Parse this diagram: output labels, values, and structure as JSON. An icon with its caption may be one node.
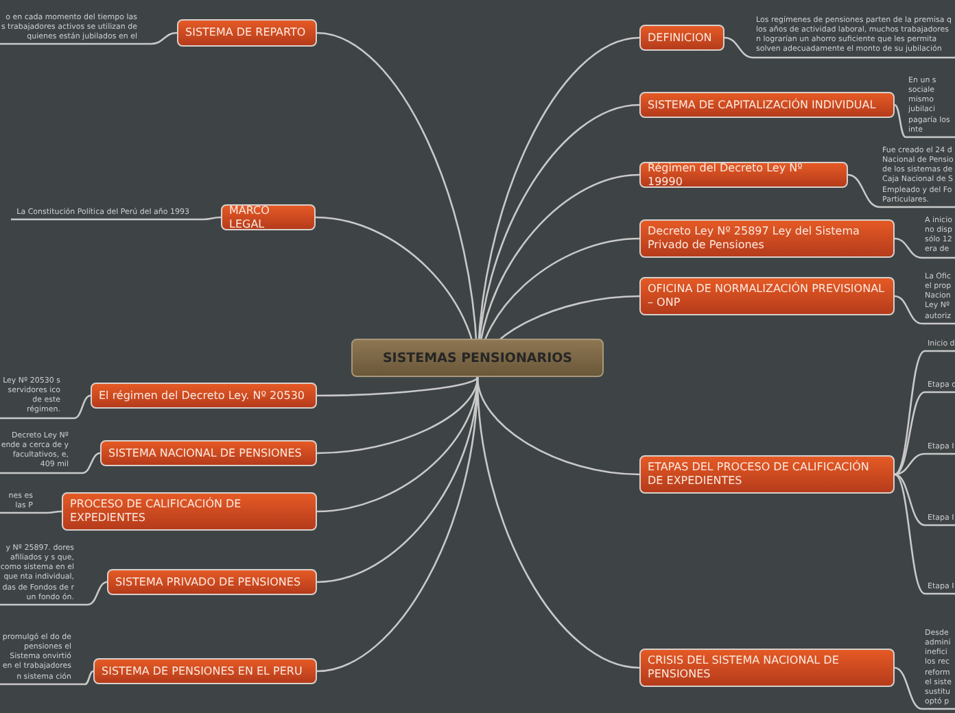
{
  "diagram": {
    "nodes": [
      {
        "text": [
          "SISTEMAS PENSIONARIOS"
        ]
      },
      {
        "text": [
          "SISTEMA DE REPARTO"
        ]
      },
      {
        "text": [
          "MARCO LEGAL"
        ]
      },
      {
        "text": [
          "El régimen del Decreto Ley. Nº 20530"
        ]
      },
      {
        "text": [
          "SISTEMA NACIONAL DE PENSIONES"
        ]
      },
      {
        "text": [
          "PROCESO DE CALIFICACIÓN DE EXPEDIENTES"
        ]
      },
      {
        "text": [
          "SISTEMA PRIVADO DE PENSIONES"
        ]
      },
      {
        "text": [
          "SISTEMA DE PENSIONES EN EL PERU"
        ]
      },
      {
        "text": [
          "DEFINICION"
        ]
      },
      {
        "text": [
          "SISTEMA DE CAPITALIZACIÓN INDIVIDUAL"
        ]
      },
      {
        "text": [
          "Régimen del Decreto Ley Nº 19990"
        ]
      },
      {
        "text": [
          "Decreto Ley Nº 25897 Ley del Sistema Privado de Pensiones"
        ]
      },
      {
        "text": [
          "OFICINA DE NORMALIZACIÓN PREVISIONAL – ONP"
        ]
      },
      {
        "text": [
          "ETAPAS DEL PROCESO DE CALIFICACIÓN DE EXPEDIENTES"
        ]
      },
      {
        "text": [
          "CRISIS DEL SISTEMA NACIONAL DE PENSIONES"
        ]
      },
      {
        "text": [
          "o en cada momento del tiempo las s trabajadores activos se utilizan de quienes están jubilados en el"
        ]
      },
      {
        "text": [
          "La Constitución Política del Perú del año 1993"
        ]
      },
      {
        "text": [
          "Ley Nº 20530 s servidores ico de este régimen."
        ]
      },
      {
        "text": [
          "Decreto Ley Nº ende a cerca de y facultativos, e, 409 mil"
        ]
      },
      {
        "text": [
          "nes es las P"
        ]
      },
      {
        "text": [
          "y Nº 25897. dores afiliados y s que, como sistema en el que nta individual, das de Fondos de r un fondo ón."
        ]
      },
      {
        "text": [
          "promulgó el do de pensiones el Sistema onvirtió en el trabajadores n sistema ción"
        ]
      },
      {
        "text": [
          "Los regímenes de pensiones parten de la premisa q los años de actividad laboral, muchos trabajadores n lograrían un ahorro suficiente que les permita solven adecuadamente el monto de su jubilación"
        ]
      },
      {
        "text": [
          "En un s sociale mismo jubilaci pagaría los inte"
        ]
      },
      {
        "text": [
          "Fue creado el 24 d Nacional de Pensio de los sistemas de Caja Nacional de S Empleado y del Fo Particulares."
        ]
      },
      {
        "text": [
          "A inicio no disp sólo 12 era de"
        ]
      },
      {
        "text": [
          "La Ofic el prop Nacion Ley Nº autoriz"
        ]
      },
      {
        "text": [
          "Inicio d"
        ]
      },
      {
        "text": [
          "Etapa d"
        ]
      },
      {
        "text": [
          "Etapa I"
        ]
      },
      {
        "text": [
          "Etapa I"
        ]
      },
      {
        "text": [
          "Etapa I"
        ]
      },
      {
        "text": [
          "Desde admini inefici los rec reform el siste sustitu optó p"
        ]
      }
    ],
    "edges": [
      {
        "from": 0,
        "to": 1,
        "arrow": "none"
      },
      {
        "from": 0,
        "to": 2,
        "arrow": "none"
      },
      {
        "from": 0,
        "to": 3,
        "arrow": "none"
      },
      {
        "from": 0,
        "to": 4,
        "arrow": "none"
      },
      {
        "from": 0,
        "to": 5,
        "arrow": "none"
      },
      {
        "from": 0,
        "to": 6,
        "arrow": "none"
      },
      {
        "from": 0,
        "to": 7,
        "arrow": "none"
      },
      {
        "from": 0,
        "to": 8,
        "arrow": "none"
      },
      {
        "from": 0,
        "to": 9,
        "arrow": "none"
      },
      {
        "from": 0,
        "to": 10,
        "arrow": "none"
      },
      {
        "from": 0,
        "to": 11,
        "arrow": "none"
      },
      {
        "from": 0,
        "to": 12,
        "arrow": "none"
      },
      {
        "from": 0,
        "to": 13,
        "arrow": "none"
      },
      {
        "from": 0,
        "to": 14,
        "arrow": "none"
      },
      {
        "from": 1,
        "to": 15,
        "arrow": "none"
      },
      {
        "from": 2,
        "to": 16,
        "arrow": "none"
      },
      {
        "from": 3,
        "to": 17,
        "arrow": "none"
      },
      {
        "from": 4,
        "to": 18,
        "arrow": "none"
      },
      {
        "from": 5,
        "to": 19,
        "arrow": "none"
      },
      {
        "from": 6,
        "to": 20,
        "arrow": "none"
      },
      {
        "from": 7,
        "to": 21,
        "arrow": "none"
      },
      {
        "from": 8,
        "to": 22,
        "arrow": "none"
      },
      {
        "from": 9,
        "to": 23,
        "arrow": "none"
      },
      {
        "from": 10,
        "to": 24,
        "arrow": "none"
      },
      {
        "from": 11,
        "to": 25,
        "arrow": "none"
      },
      {
        "from": 12,
        "to": 26,
        "arrow": "none"
      },
      {
        "from": 13,
        "to": 27,
        "arrow": "none"
      },
      {
        "from": 13,
        "to": 28,
        "arrow": "none"
      },
      {
        "from": 13,
        "to": 29,
        "arrow": "none"
      },
      {
        "from": 13,
        "to": 30,
        "arrow": "none"
      },
      {
        "from": 13,
        "to": 31,
        "arrow": "none"
      },
      {
        "from": 14,
        "to": 32,
        "arrow": "none"
      }
    ]
  }
}
